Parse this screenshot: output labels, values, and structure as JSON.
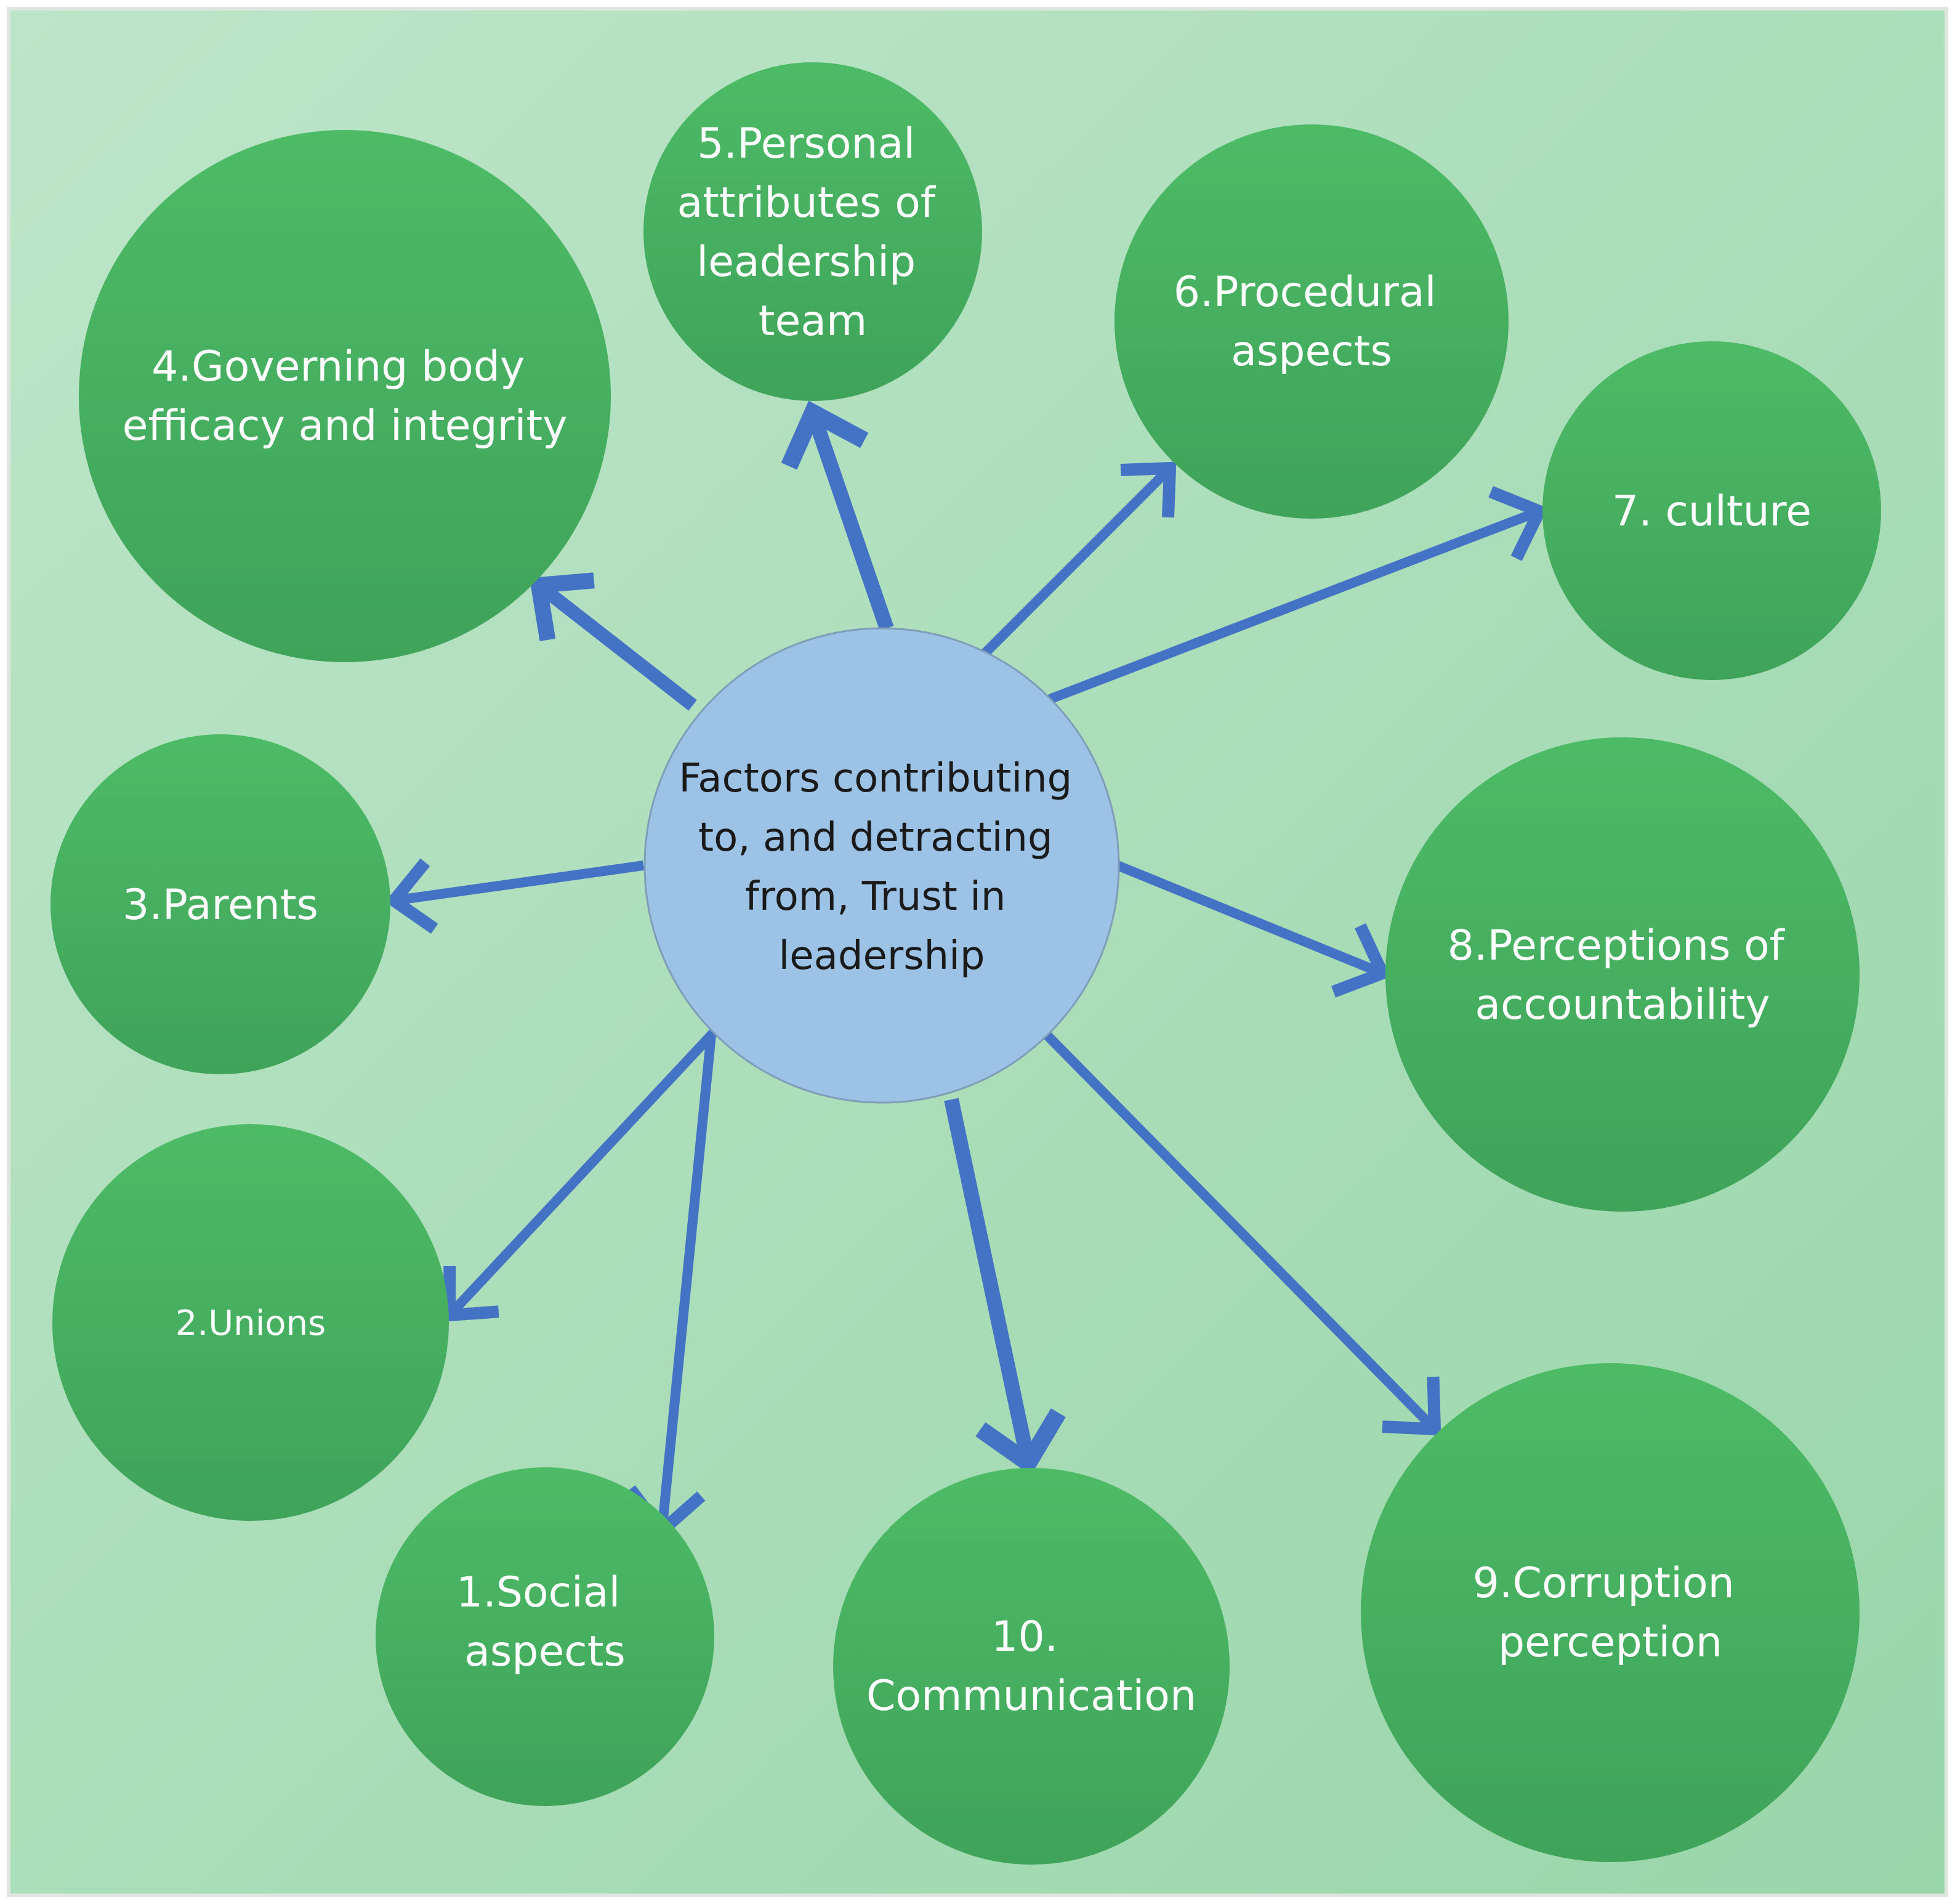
{
  "center": {
    "lines": [
      "Factors contributing",
      "to, and detracting",
      "from, Trust in",
      "leadership"
    ]
  },
  "factors": [
    {
      "lines": [
        "1.Social",
        "aspects"
      ]
    },
    {
      "lines": [
        "2.Unions"
      ]
    },
    {
      "lines": [
        "3.Parents"
      ]
    },
    {
      "lines": [
        "4.Governing body",
        "efficacy and integrity"
      ]
    },
    {
      "lines": [
        "5.Personal",
        "attributes of",
        "leadership",
        "team"
      ]
    },
    {
      "lines": [
        "6.Procedural",
        "aspects"
      ]
    },
    {
      "lines": [
        "7. culture"
      ]
    },
    {
      "lines": [
        "8.Perceptions of",
        "accountability"
      ]
    },
    {
      "lines": [
        "9.Corruption",
        "perception"
      ]
    },
    {
      "lines": [
        "10.",
        "Communication"
      ]
    }
  ],
  "colors": {
    "background_light": "#bde5c9",
    "background_dark": "#99d6aa",
    "factor_circle": "#3fa35a",
    "factor_circle_light": "#4dbb66",
    "center_circle": "#9cc3e6",
    "arrow": "#4472c4"
  }
}
